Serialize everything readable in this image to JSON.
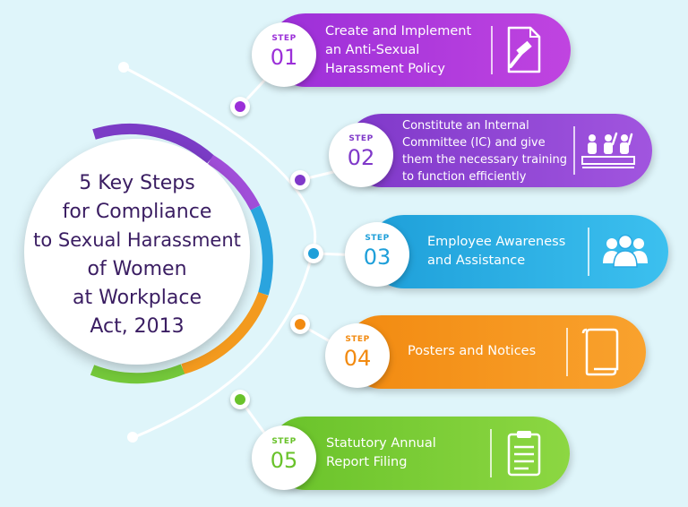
{
  "title_lines": [
    "5 Key Steps",
    "for Compliance",
    "to Sexual Harassment",
    "of Women",
    "at Workplace",
    "Act, 2013"
  ],
  "colors": {
    "background": "#dff5fa",
    "title_text": "#3a1d62",
    "arc_line": "#ffffff"
  },
  "steps": [
    {
      "label": "STEP",
      "number": "01",
      "text_lines": [
        "Create and Implement",
        "an Anti-Sexual",
        "Harassment Policy"
      ],
      "icon": "policy-document-icon",
      "color": "#9b2fd8",
      "color2": "#c044e0"
    },
    {
      "label": "STEP",
      "number": "02",
      "text_lines": [
        "Constitute an Internal",
        "Committee (IC) and give",
        "them the necessary training",
        "to function efficiently"
      ],
      "icon": "committee-meeting-icon",
      "color": "#7f38c9",
      "color2": "#a155df"
    },
    {
      "label": "STEP",
      "number": "03",
      "text_lines": [
        "Employee Awareness",
        "and Assistance"
      ],
      "icon": "people-group-icon",
      "color": "#1e9fd9",
      "color2": "#3cc0ef"
    },
    {
      "label": "STEP",
      "number": "04",
      "text_lines": [
        "Posters and Notices"
      ],
      "icon": "poster-scroll-icon",
      "color": "#f28a10",
      "color2": "#f9a22e"
    },
    {
      "label": "STEP",
      "number": "05",
      "text_lines": [
        "Statutory Annual",
        "Report Filing"
      ],
      "icon": "clipboard-report-icon",
      "color": "#69c22a",
      "color2": "#8cd742"
    }
  ]
}
